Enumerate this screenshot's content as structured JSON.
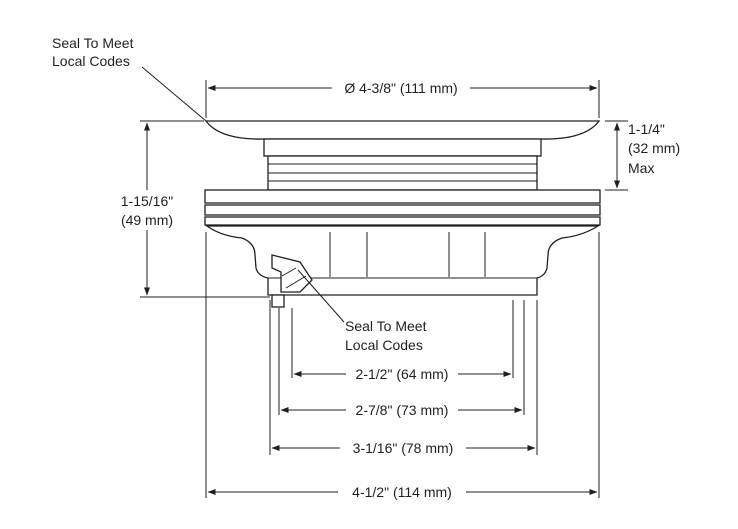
{
  "callouts": {
    "seal_top": [
      "Seal To Meet",
      "Local Codes"
    ],
    "seal_bottom": [
      "Seal To Meet",
      "Local Codes"
    ]
  },
  "dimensions": {
    "flange_diameter": "Ø 4-3/8\" (111 mm)",
    "max_height": [
      "1-1/4\"",
      "(32 mm)",
      "Max"
    ],
    "overall_height": [
      "1-15/16\"",
      "(49 mm)"
    ],
    "width_64": "2-1/2\" (64 mm)",
    "width_73": "2-7/8\" (73 mm)",
    "width_78": "3-1/16\" (78 mm)",
    "width_114": "4-1/2\" (114 mm)"
  }
}
